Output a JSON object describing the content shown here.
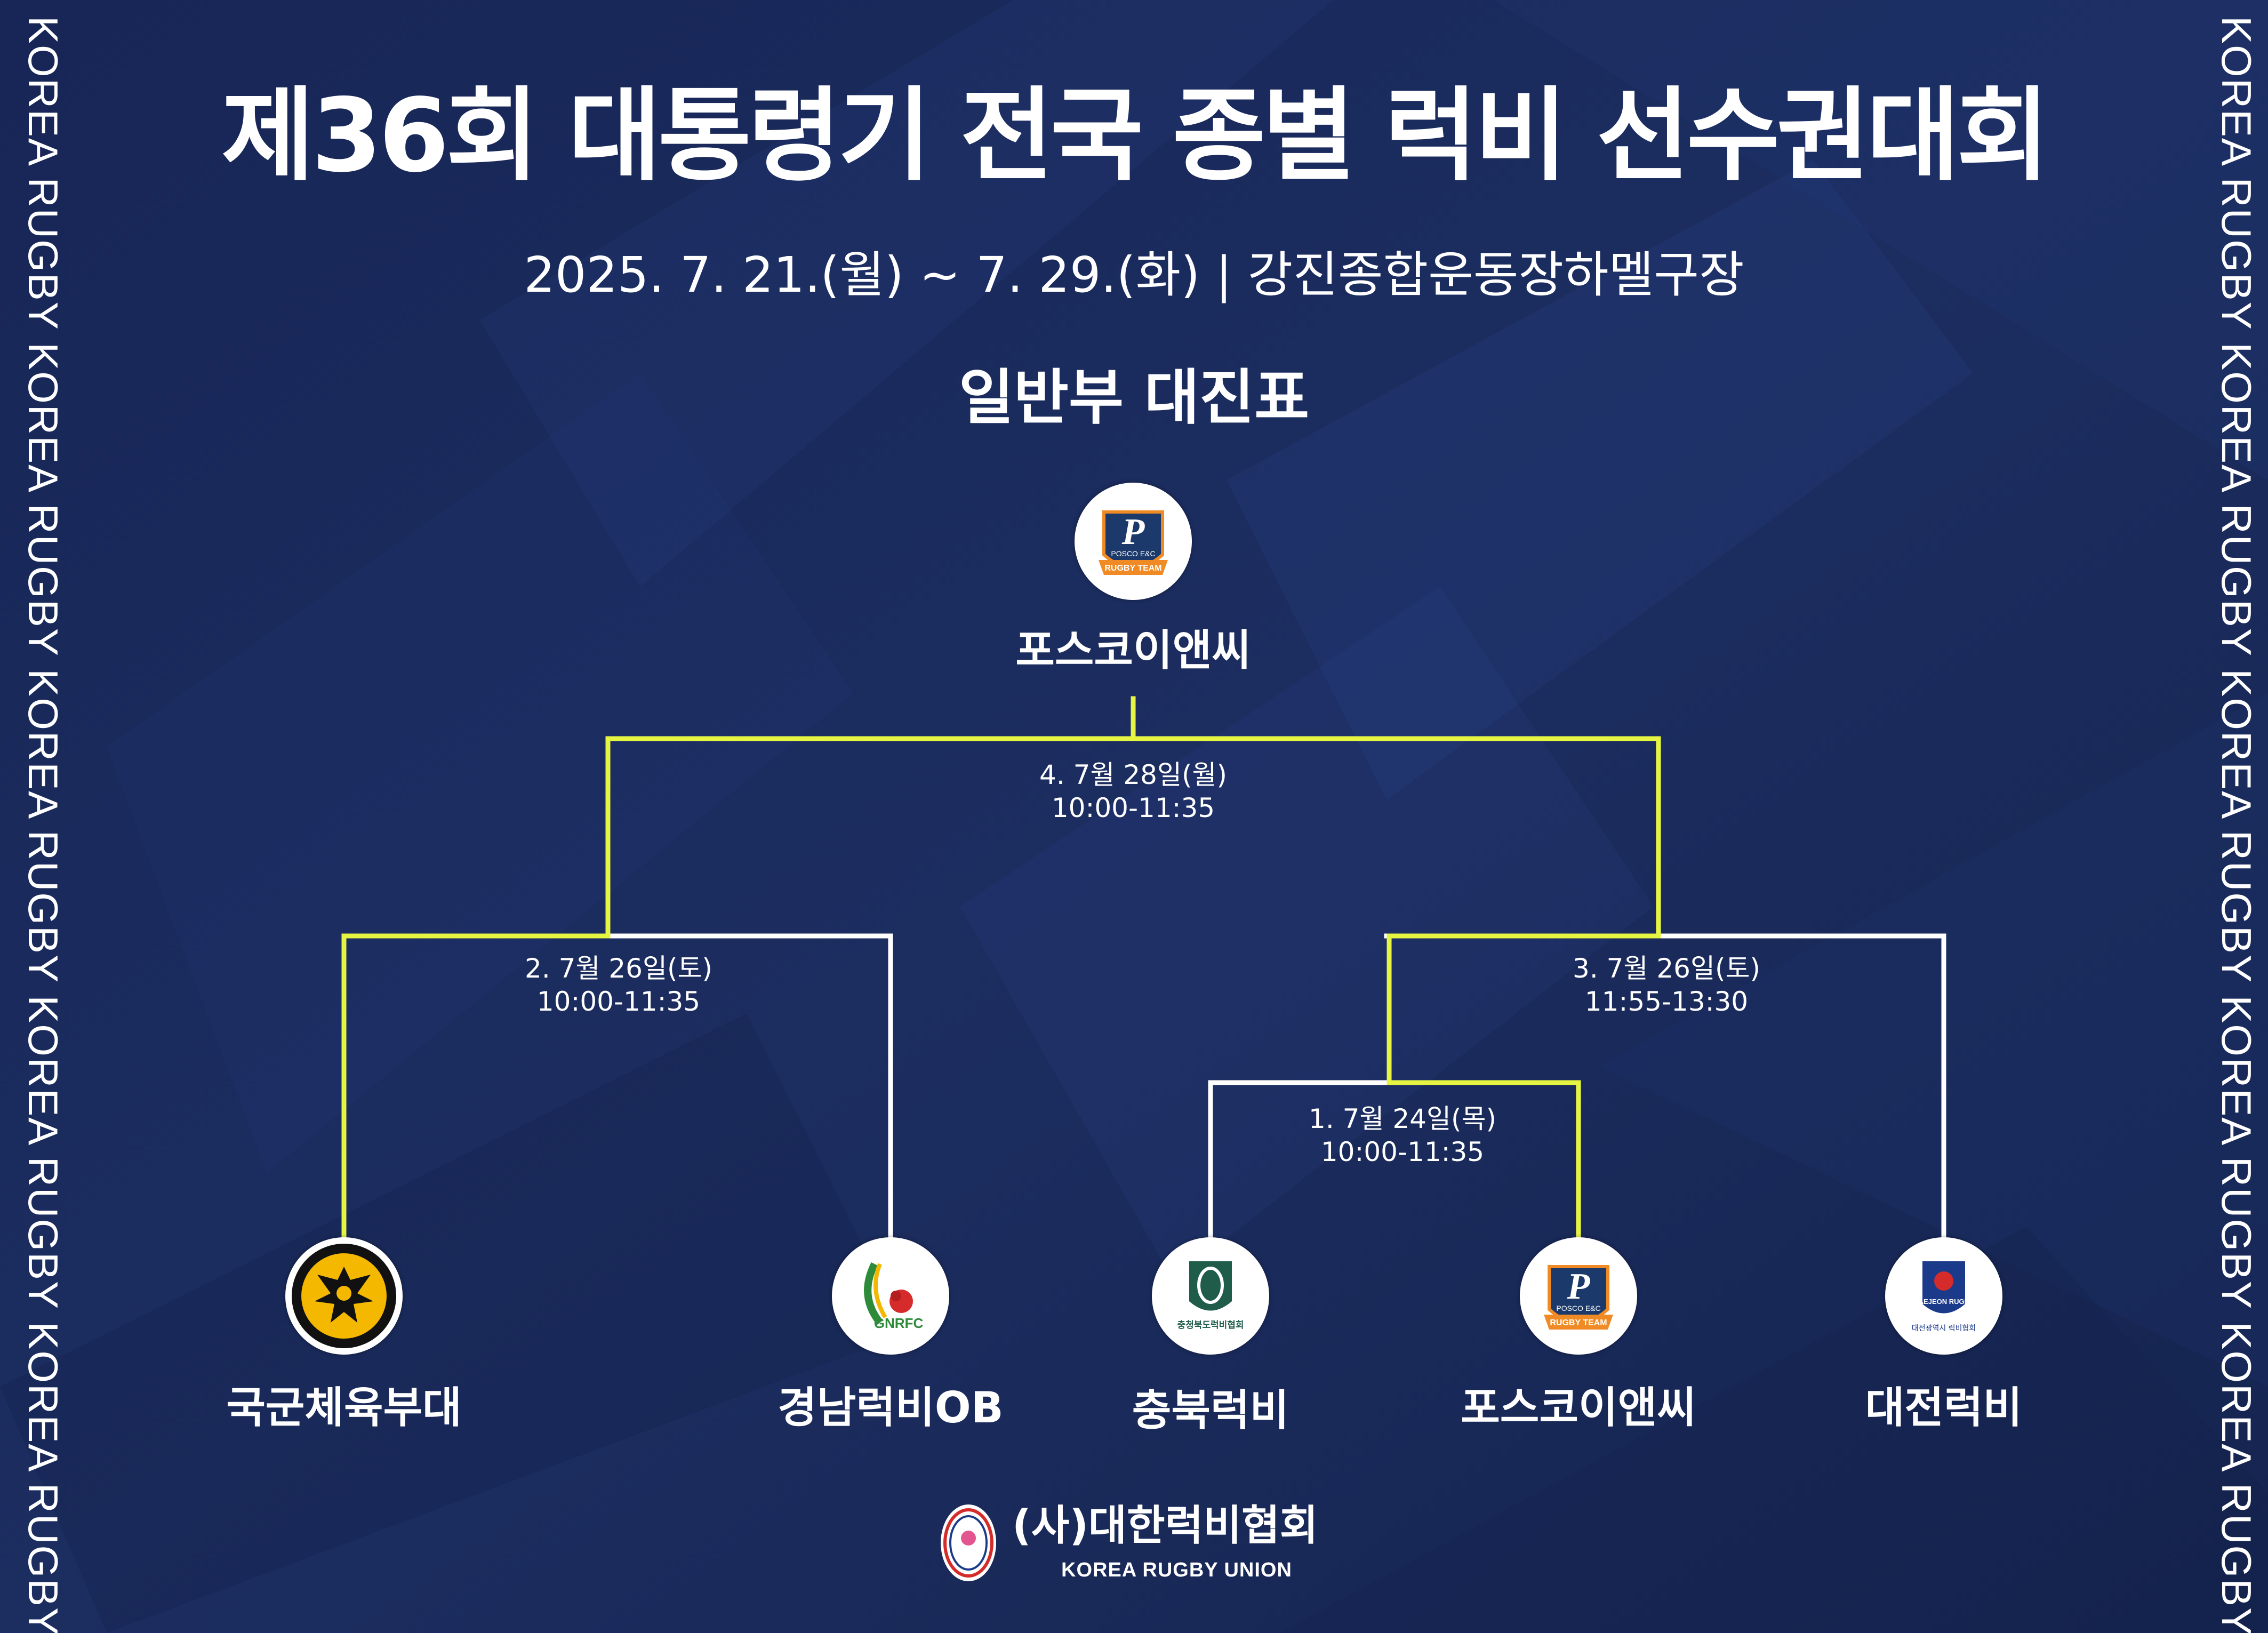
{
  "side_text": "KOREA RUGBY  KOREA RUGBY  KOREA RUGBY  KOREA RUGBY  KOREA RUGBY",
  "title": "제36회 대통령기 전국 종별 럭비 선수권대회",
  "subtitle": "2025. 7. 21.(월) ~ 7. 29.(화)  |  강진종합운동장하멜구장",
  "section_title": "일반부 대진표",
  "winner": {
    "name": "포스코이앤씨",
    "logo": "posco-logo",
    "logo_text": "P",
    "logo_sub": "POSCO E&C",
    "logo_band": "RUGBY TEAM"
  },
  "matches": {
    "final": {
      "line1": "4. 7월 28일(월)",
      "line2": "10:00-11:35"
    },
    "semi_left": {
      "line1": "2. 7월 26일(토)",
      "line2": "10:00-11:35"
    },
    "semi_right": {
      "line1": "3. 7월 26일(토)",
      "line2": "11:55-13:30"
    },
    "first_round": {
      "line1": "1.  7월 24일(목)",
      "line2": "10:00-11:35"
    }
  },
  "teams": [
    {
      "name": "국군체육부대",
      "logo": "army-eagle-logo"
    },
    {
      "name": "경남럭비OB",
      "logo": "gyeongnam-logo",
      "logo_text": "GNRFC"
    },
    {
      "name": "충북럭비",
      "logo": "chungbuk-logo",
      "logo_text": "충청북도럭비협회"
    },
    {
      "name": "포스코이앤씨",
      "logo": "posco-logo",
      "logo_text": "P"
    },
    {
      "name": "대전럭비",
      "logo": "daejeon-logo",
      "logo_text": "DAEJEON RUGBY",
      "logo_sub": "대전광역시 럭비협회"
    }
  ],
  "footer": {
    "org_name": "(사)대한럭비협회",
    "org_eng": "KOREA RUGBY UNION",
    "emblem": "korea-rugby-emblem"
  },
  "colors": {
    "background": "#1a2a5a",
    "winner_path": "#e6f542",
    "bracket_line": "#ffffff",
    "army_logo": "#f5b800",
    "posco_logo": "#1b3a6b"
  }
}
